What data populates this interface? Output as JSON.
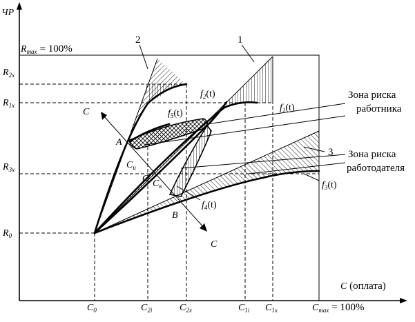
{
  "axes": {
    "y_label": "ЧР",
    "x_label_var": "C",
    "x_label_rest": "(оплата)"
  },
  "y_ticks": {
    "rmax": "R",
    "rmax_sub": "max",
    "rmax_rest": "= 100%",
    "r2x": "R",
    "r2x_sub": "2x",
    "r1x": "R",
    "r1x_sub": "1x",
    "r3x": "R",
    "r3x_sub": "3x",
    "r0": "R",
    "r0_sub": "0"
  },
  "x_ticks": {
    "c0": "C",
    "c0_sub": "0",
    "c2i": "C",
    "c2i_sub": "2i",
    "c2x": "C",
    "c2x_sub": "2x",
    "c1i": "C",
    "c1i_sub": "1i",
    "c1x": "C",
    "c1x_sub": "1x",
    "cmax": "C",
    "cmax_sub": "max",
    "cmax_rest": "= 100%"
  },
  "curves": {
    "f1": "f",
    "f1_sub": "1",
    "f2": "f",
    "f2_sub": "2",
    "f3": "f",
    "f3_sub": "3",
    "f4": "f",
    "f4_sub": "4",
    "f5": "f",
    "f5_sub": "5",
    "arg": "(t)"
  },
  "markers": {
    "one": "1",
    "two": "2",
    "three": "3"
  },
  "points": {
    "A": "A",
    "B": "B",
    "O": "O",
    "Cu": "C",
    "Cu_sub": "u",
    "Cv": "C",
    "Cv_sub": "в",
    "C_top": "C",
    "C_bottom": "C"
  },
  "zones": {
    "worker_line1": "Зона риска",
    "worker_line2": "работника",
    "employer_line1": "Зона риска",
    "employer_line2": "работодателя"
  }
}
